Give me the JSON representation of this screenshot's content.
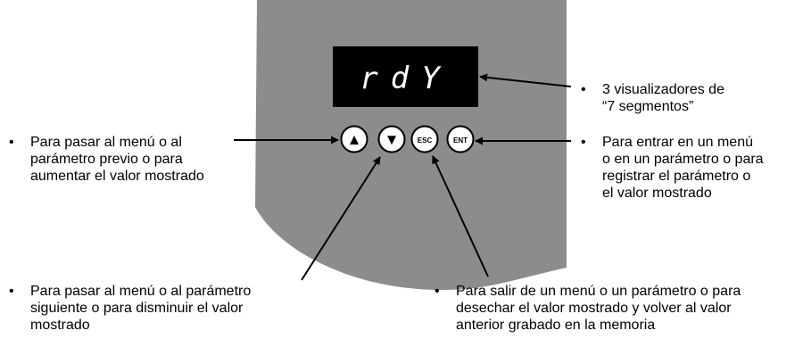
{
  "display": {
    "text": "rdY"
  },
  "keys": {
    "up": {
      "label": "▲"
    },
    "down": {
      "label": "▼"
    },
    "esc": {
      "label": "ESC"
    },
    "ent": {
      "label": "ENT"
    }
  },
  "annotations": {
    "bullet": "•",
    "segments": {
      "lines": [
        "3 visualizadores de",
        "“7 segmentos”"
      ]
    },
    "prev": {
      "lines": [
        "Para pasar al menú o al",
        "parámetro previo o para",
        "aumentar el valor mostrado"
      ]
    },
    "ent": {
      "lines": [
        "Para entrar en un menú",
        "o en un parámetro o para",
        "registrar el parámetro o",
        "el valor mostrado"
      ]
    },
    "next": {
      "lines": [
        "Para pasar al menú o al parámetro",
        "siguiente o para disminuir el valor",
        "mostrado"
      ]
    },
    "esc": {
      "lines": [
        "Para salir de un menú o un parámetro o para",
        "desechar el valor mostrado y volver al valor",
        "anterior grabado en la memoria"
      ]
    }
  },
  "colors": {
    "panel": "#8c8c8c",
    "display_bg": "#000000",
    "segment": "#ffffff",
    "key_face": "#ffffff",
    "key_border": "#000000"
  }
}
